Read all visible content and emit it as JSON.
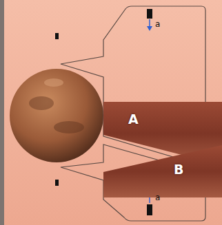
{
  "diagram": {
    "nodes": [
      {
        "text": [
          "A"
        ]
      },
      {
        "text": [
          "B"
        ]
      }
    ],
    "labels": [
      "a",
      "a"
    ]
  }
}
